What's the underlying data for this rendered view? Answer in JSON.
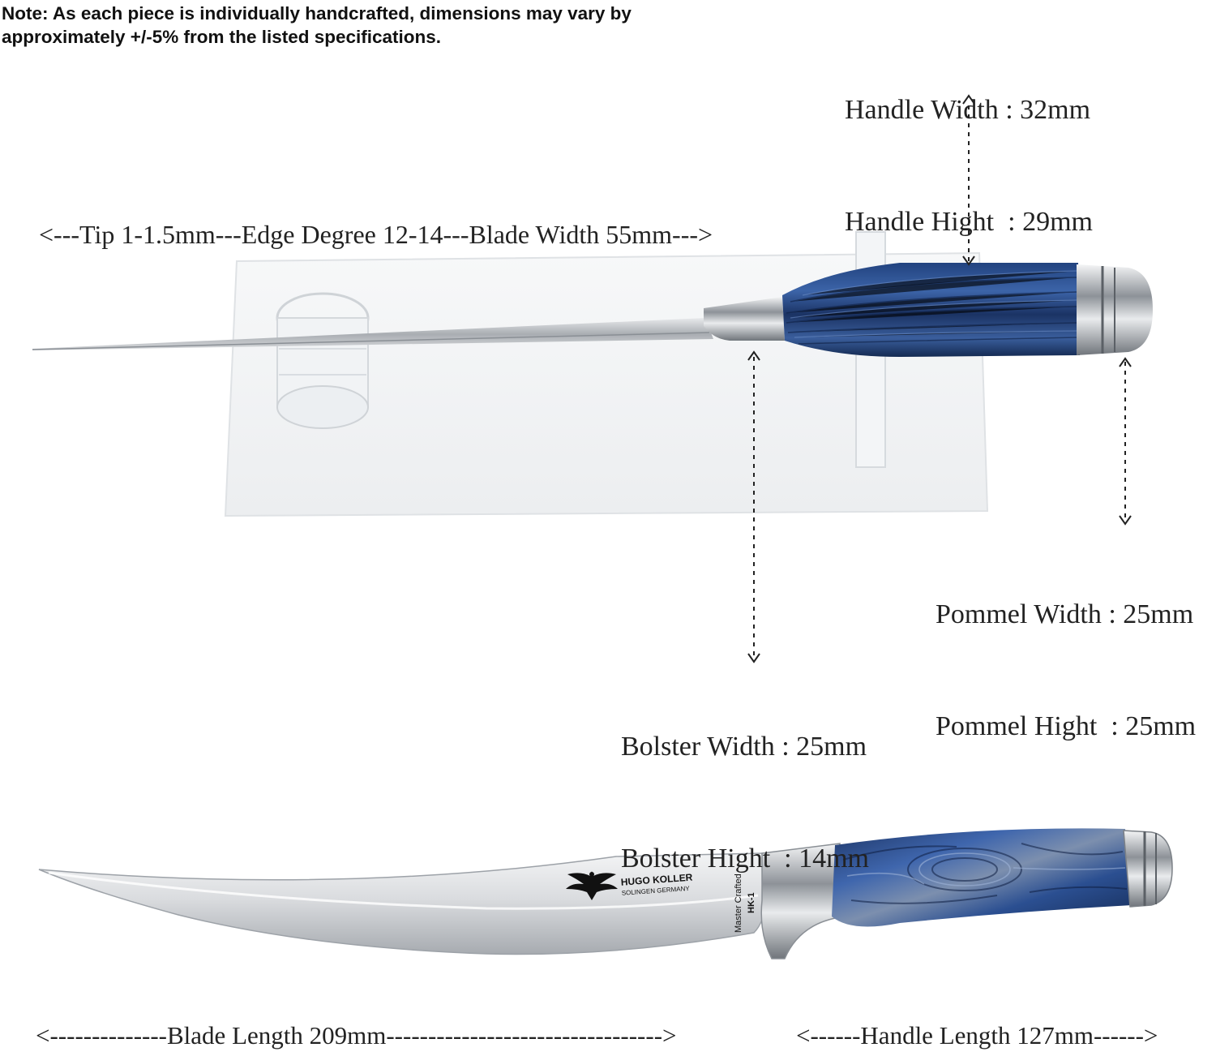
{
  "note": "Note: As each piece is individually handcrafted, dimensions may vary by approximately +/-5% from the listed specifications.",
  "specs": {
    "handle": [
      "Handle Width : 32mm",
      "Handle Hight  : 29mm"
    ],
    "pommel": [
      "Pommel Width : 25mm",
      "Pommel Hight  : 25mm"
    ],
    "bolster": [
      "Bolster Width : 25mm",
      "Bolster Hight  : 14mm"
    ]
  },
  "blade_top_label": "<---Tip 1-1.5mm---Edge Degree 12-14---Blade Width 55mm--->",
  "bottom_labels": {
    "blade_length": "<--------------Blade Length 209mm--------------------------------->",
    "handle_length": "<------Handle Length 127mm------>"
  },
  "blade_marking": {
    "brand": "HUGO KOLLER",
    "origin": "SOLINGEN GERMANY",
    "vertical_1": "Master Crafted",
    "vertical_2": "HK-1"
  },
  "colors": {
    "handle_blue": "#2d4f8e",
    "handle_dark": "#15284d",
    "steel": "#c9ccd0"
  }
}
